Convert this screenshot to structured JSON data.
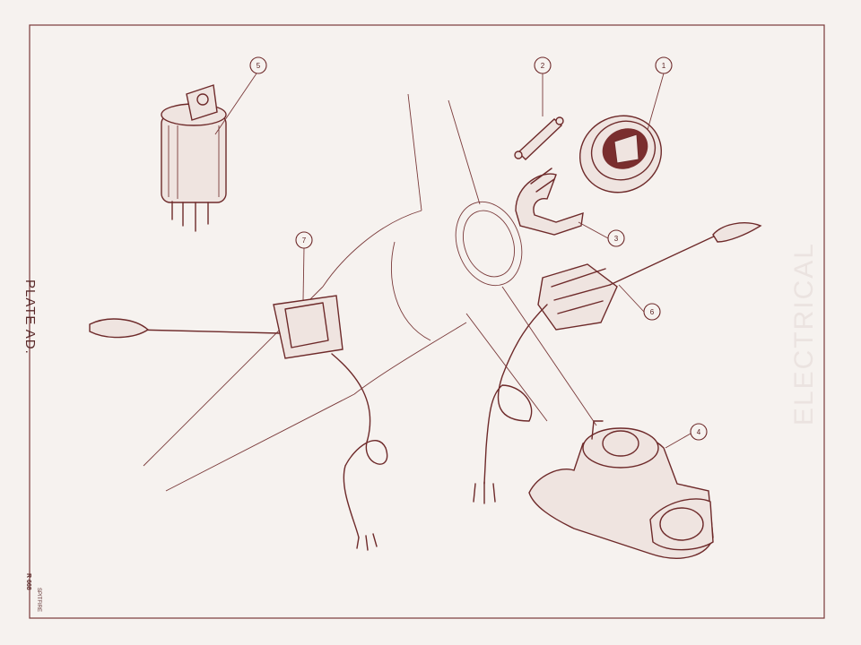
{
  "plate": {
    "title": "PLATE AD.",
    "vehicle": "SPITFIRE",
    "ref_code": "R 668",
    "ghost_heading": "ELECTRICAL"
  },
  "callouts": [
    {
      "number": "1"
    },
    {
      "number": "2"
    },
    {
      "number": "3"
    },
    {
      "number": "4"
    },
    {
      "number": "5"
    },
    {
      "number": "6"
    },
    {
      "number": "7"
    }
  ],
  "colors": {
    "ink": "#6e2a2a",
    "paper": "#f6f2ef",
    "part_fill": "#efe4e0"
  }
}
